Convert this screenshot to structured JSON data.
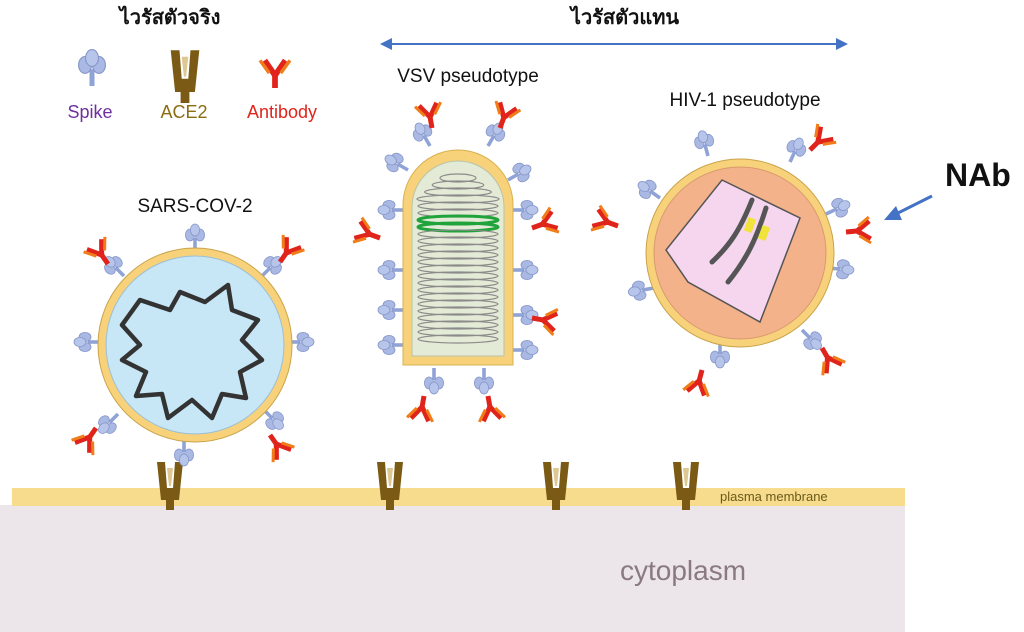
{
  "header": {
    "real_virus": "ไวรัสตัวจริง",
    "pseudo_virus": "ไวรัสตัวแทน"
  },
  "legend": {
    "spike": "Spike",
    "ace2": "ACE2",
    "antibody": "Antibody"
  },
  "viruses": {
    "sars": "SARS-COV-2",
    "vsv": "VSV pseudotype",
    "hiv": "HIV-1 pseudotype"
  },
  "annotations": {
    "nab": "NAb",
    "membrane": "plasma membrane",
    "cytoplasm": "cytoplasm"
  },
  "colors": {
    "spike": "#a9b9e3",
    "ace2": "#7a5a14",
    "antibody_red": "#e0241b",
    "antibody_orange": "#f07d1a",
    "membrane": "#f7dc8e",
    "cytoplasm": "#ece6ea",
    "sars_core": "#c7e6f6",
    "viral_envelope": "#f8d27a",
    "hiv_core": "#f3b289",
    "hiv_capsid": "#f5d6ee",
    "vsv_coil_highlight": "#1fa33a",
    "arrow_blue": "#4472c4",
    "spike_label": "#7030a0",
    "ace2_label": "#8a6d13",
    "antibody_label": "#e0241b"
  }
}
